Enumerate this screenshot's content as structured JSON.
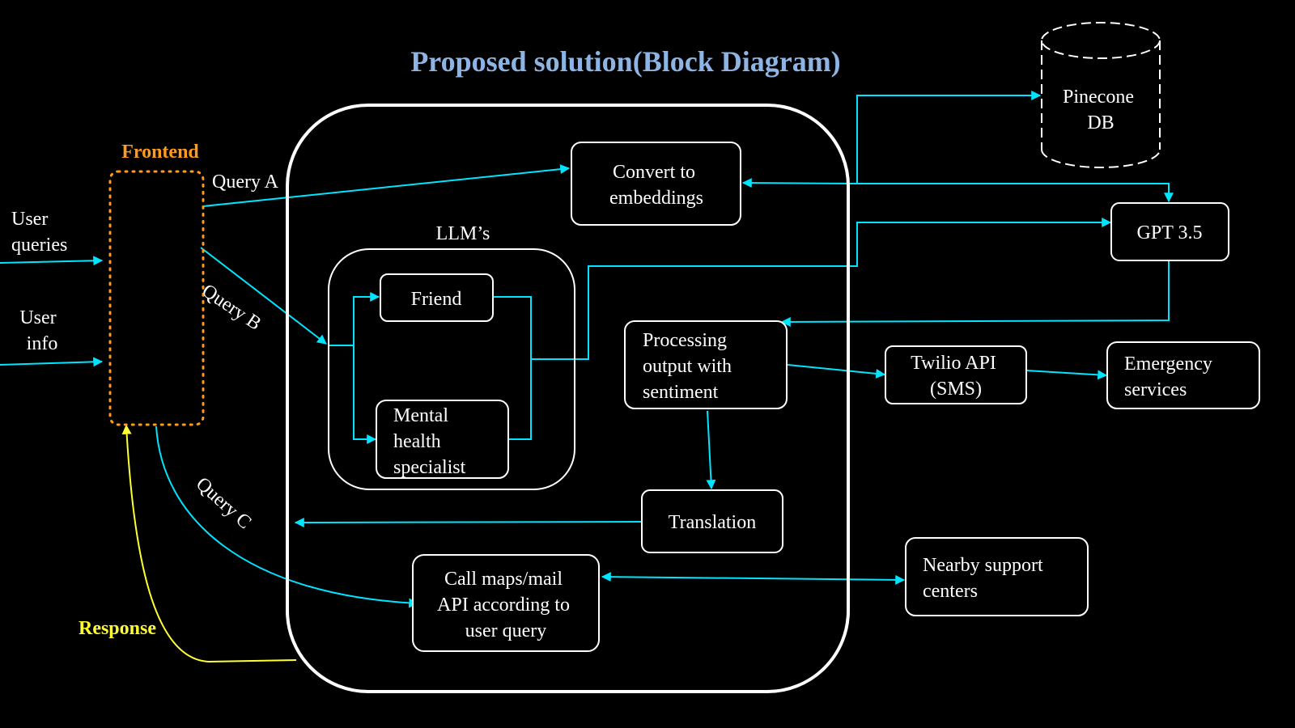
{
  "title": "Proposed solution(Block Diagram)",
  "colors": {
    "background": "#000000",
    "title": "#8db4e2",
    "frontend_label": "#ff9a1a",
    "response_label": "#ffff33",
    "arrow": "#00e5ff",
    "response_arrow": "#ffff33",
    "box_stroke": "#ffffff",
    "text": "#ffffff"
  },
  "labels": {
    "frontend": "Frontend",
    "response": "Response",
    "user_queries": [
      "User",
      "queries"
    ],
    "user_info": [
      "User",
      "info"
    ],
    "llms": "LLM’s",
    "query_a": "Query A",
    "query_b": "Query B",
    "query_c": "Query C"
  },
  "nodes": {
    "pinecone": [
      "Pinecone",
      "DB"
    ],
    "convert": [
      "Convert to",
      "embeddings"
    ],
    "gpt": [
      "GPT 3.5"
    ],
    "friend": [
      "Friend"
    ],
    "mental": [
      "Mental",
      "health",
      "specialist"
    ],
    "processing": [
      "Processing",
      "output with",
      "sentiment"
    ],
    "twilio": [
      "Twilio API",
      "(SMS)"
    ],
    "emergency": [
      "Emergency",
      "services"
    ],
    "translation": [
      "Translation"
    ],
    "callmaps": [
      "Call maps/mail",
      "API according to",
      "user query"
    ],
    "nearby": [
      "Nearby support",
      "centers"
    ]
  }
}
